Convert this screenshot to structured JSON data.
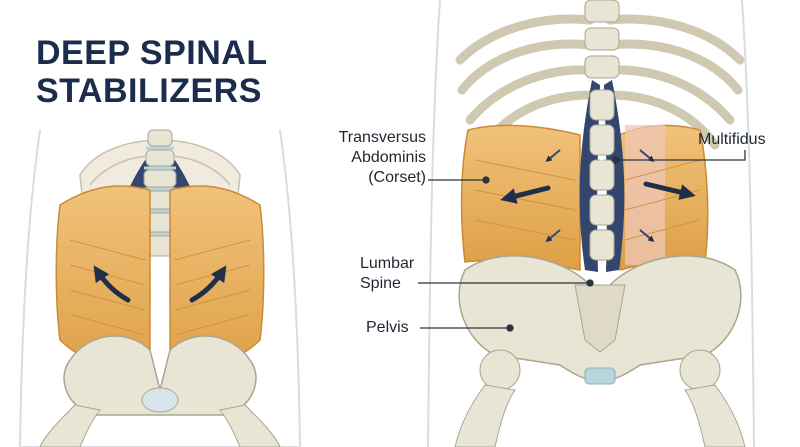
{
  "title": {
    "line1": "DEEP SPINAL",
    "line2": "STABILIZERS"
  },
  "labels": {
    "transversus": {
      "line1": "Transversus",
      "line2": "Abdominis",
      "line3": "(Corset)"
    },
    "multifidus": "Multifidus",
    "lumbar": {
      "line1": "Lumbar",
      "line2": "Spine"
    },
    "pelvis": "Pelvis"
  },
  "colors": {
    "title": "#1c2c4c",
    "bone": "#e9e5d4",
    "bone_outline": "#a8a690",
    "muscle_orange": "#e8b15a",
    "muscle_blue": "#33466e",
    "arrow": "#1f2e4a",
    "skin_outline": "#d9dde2",
    "disc": "#b8d4dc"
  }
}
